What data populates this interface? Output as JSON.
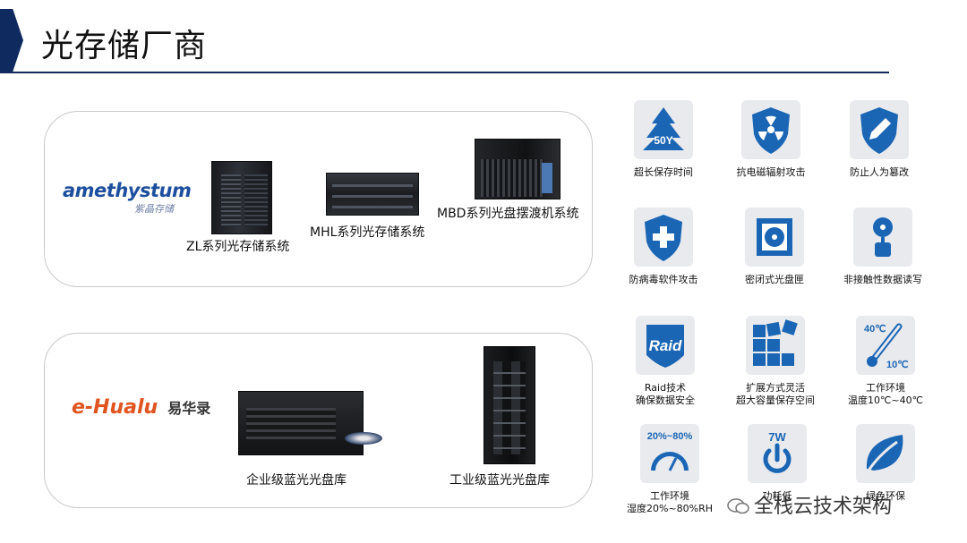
{
  "header": {
    "title": "光存储厂商"
  },
  "vendors": [
    {
      "logo_text": "amethystum",
      "logo_sub": "紫晶存储",
      "products": [
        {
          "caption": "ZL系列光存储系统"
        },
        {
          "caption": "MHL系列光存储系统"
        },
        {
          "caption": "MBD系列光盘摆渡机系统"
        }
      ]
    },
    {
      "logo_text": "e-Hualu",
      "logo_sub": "易华录",
      "products": [
        {
          "caption": "企业级蓝光光盘库"
        },
        {
          "caption": "工业级蓝光光盘库"
        }
      ]
    }
  ],
  "features": [
    {
      "icon": "tree-icon",
      "icon_text": "50Y",
      "label_line1": "超长保存时间",
      "label_line2": ""
    },
    {
      "icon": "radiation-shield-icon",
      "icon_text": "",
      "label_line1": "抗电磁辐射攻击",
      "label_line2": ""
    },
    {
      "icon": "pencil-shield-icon",
      "icon_text": "",
      "label_line1": "防止人为篡改",
      "label_line2": ""
    },
    {
      "icon": "plus-shield-icon",
      "icon_text": "",
      "label_line1": "防病毒软件攻击",
      "label_line2": ""
    },
    {
      "icon": "disc-box-icon",
      "icon_text": "",
      "label_line1": "密闭式光盘匣",
      "label_line2": ""
    },
    {
      "icon": "optical-head-icon",
      "icon_text": "",
      "label_line1": "非接触性数据读写",
      "label_line2": ""
    },
    {
      "icon": "raid-icon",
      "icon_text": "Raid",
      "label_line1": "Raid技术",
      "label_line2": "确保数据安全"
    },
    {
      "icon": "blocks-icon",
      "icon_text": "",
      "label_line1": "扩展方式灵活",
      "label_line2": "超大容量保存空间"
    },
    {
      "icon": "thermometer-icon",
      "icon_text": "40℃ 10℃",
      "label_line1": "工作环境",
      "label_line2": "温度10℃~40℃"
    },
    {
      "icon": "gauge-icon",
      "icon_text": "20%~80%",
      "label_line1": "工作环境",
      "label_line2": "湿度20%~80%RH"
    },
    {
      "icon": "power-icon",
      "icon_text": "7W",
      "label_line1": "功耗低",
      "label_line2": ""
    },
    {
      "icon": "leaf-icon",
      "icon_text": "",
      "label_line1": "绿色环保",
      "label_line2": ""
    }
  ],
  "watermark": {
    "text": "全栈云技术架构"
  },
  "colors": {
    "navy": "#0f2a5e",
    "icon_blue": "#1a66b5",
    "hualu_orange": "#e0551f",
    "ame_blue": "#1d4f9e"
  }
}
